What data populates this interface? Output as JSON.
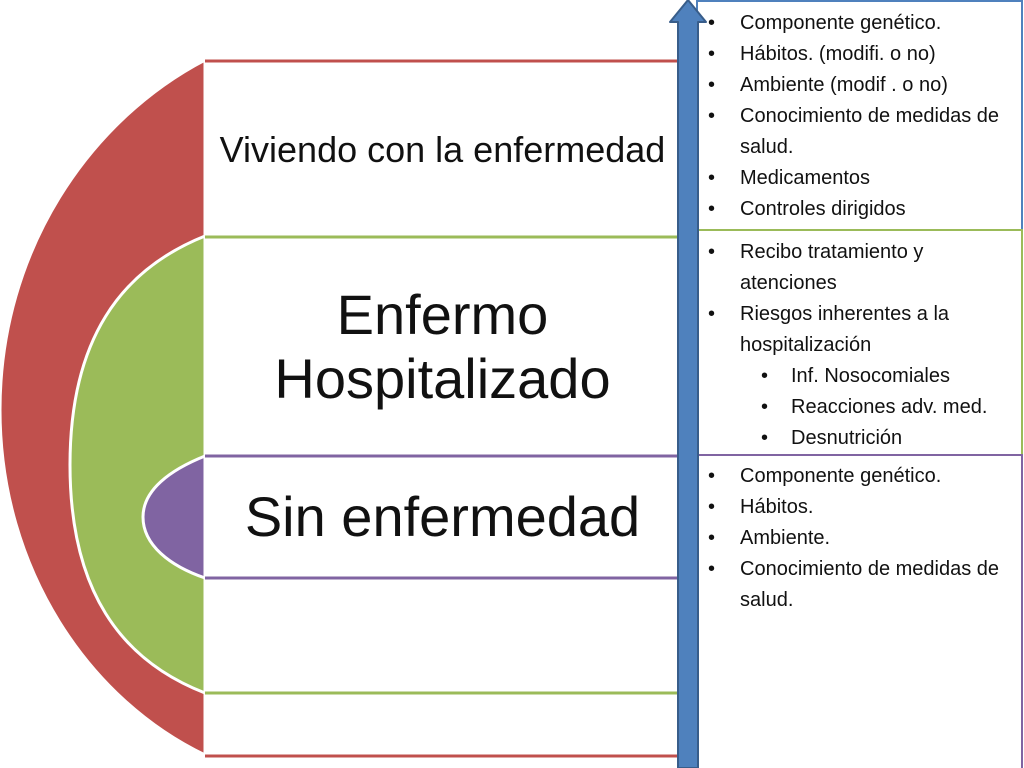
{
  "levels": {
    "living": "Viviendo con la enfermedad",
    "hospitalized": "Enfermo Hospitalizado",
    "healthy": "Sin enfermedad"
  },
  "boxes": {
    "living": [
      {
        "text": "Componente genético."
      },
      {
        "text": "Hábitos. (modifi. o no)"
      },
      {
        "text": "Ambiente (modif . o no)"
      },
      {
        "text": "Conocimiento de medidas de salud."
      },
      {
        "text": "Medicamentos"
      },
      {
        "text": "Controles dirigidos"
      }
    ],
    "hospitalized": [
      {
        "text": "Recibo tratamiento y atenciones"
      },
      {
        "text": "Riesgos inherentes a la hospitalización"
      },
      {
        "text": "Inf. Nosocomiales"
      },
      {
        "text": "Reacciones adv. med."
      },
      {
        "text": "Desnutrición"
      }
    ],
    "healthy": [
      {
        "text": "Componente genético."
      },
      {
        "text": "Hábitos."
      },
      {
        "text": "Ambiente."
      },
      {
        "text": "Conocimiento de medidas de salud."
      }
    ]
  },
  "colors": {
    "outer_arc": "#c0504d",
    "middle_arc": "#9bbb59",
    "inner_arc": "#8064a2",
    "arrow": "#4f81bd",
    "arrow_border": "#385d8a"
  }
}
